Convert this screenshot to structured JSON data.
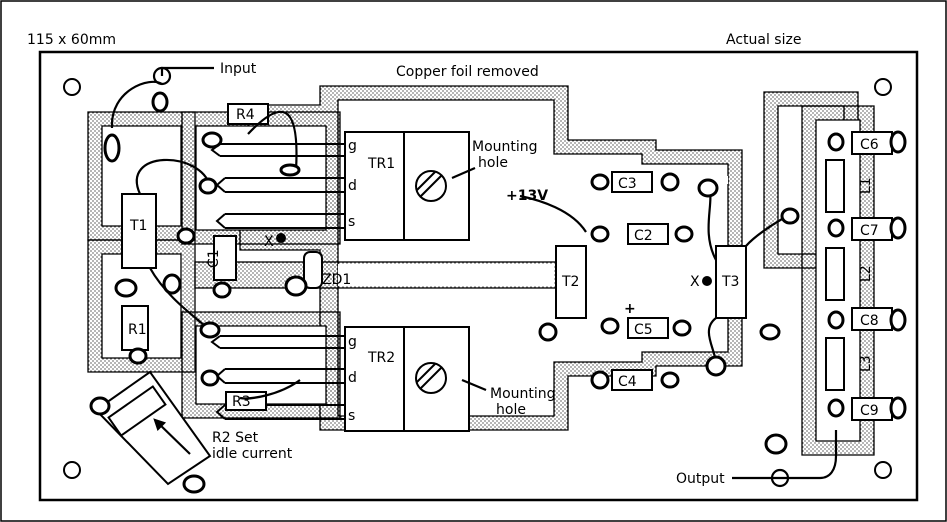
{
  "header": {
    "size_label": "115 x 60mm",
    "scale_label": "Actual size"
  },
  "annotations": {
    "input": "Input",
    "output": "Output",
    "copper_removed": "Copper foil removed",
    "supply": "+13V",
    "mount_line1": "Mounting",
    "mount_line2": "hole",
    "r2_line1": "R2 Set",
    "r2_line2": "idle current",
    "x_mark": "X",
    "plus": "+"
  },
  "components": {
    "r1": "R1",
    "r3": "R3",
    "r4": "R4",
    "c1": "C1",
    "c2": "C2",
    "c3": "C3",
    "c4": "C4",
    "c5": "C5",
    "c6": "C6",
    "c7": "C7",
    "c8": "C8",
    "c9": "C9",
    "l1": "L1",
    "l2": "L2",
    "l3": "L3",
    "t1": "T1",
    "t2": "T2",
    "t3": "T3",
    "tr1": "TR1",
    "tr2": "TR2",
    "zd1": "ZD1"
  },
  "pins": {
    "g": "g",
    "d": "d",
    "s": "s"
  }
}
